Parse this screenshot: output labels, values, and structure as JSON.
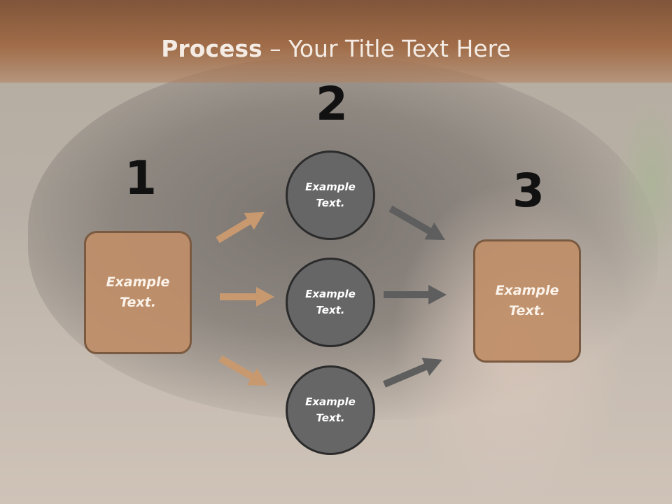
{
  "title": {
    "bold": "Process",
    "rest": " – Your Title Text Here"
  },
  "steps": [
    {
      "number": "1",
      "label": "Example\nText."
    },
    {
      "number": "2",
      "circles": [
        "Example\nText.",
        "Example\nText.",
        "Example\nText."
      ]
    },
    {
      "number": "3",
      "label": "Example\nText."
    }
  ],
  "colors": {
    "header": "#a06c48",
    "box_fill": "#c08e68",
    "box_border": "#7a5a40",
    "circle_fill": "#666666",
    "arrow_tan": "#c8996f",
    "arrow_gray": "#5e5e5e"
  }
}
